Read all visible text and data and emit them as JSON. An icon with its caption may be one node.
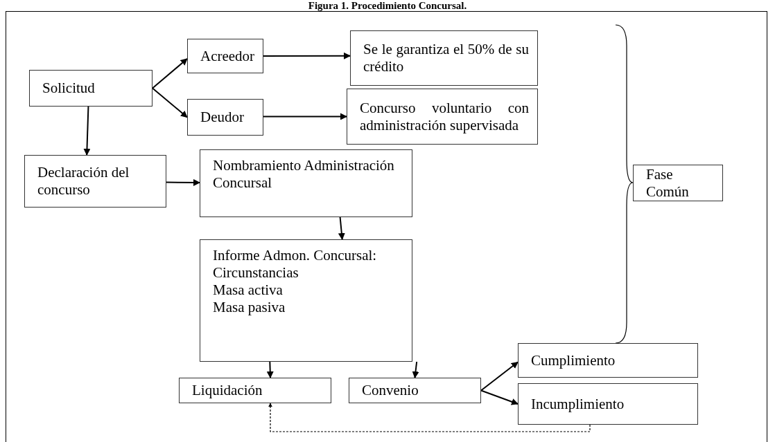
{
  "diagram": {
    "title": "Figura 1. Procedimiento Concursal.",
    "nodes": [
      {
        "text": [
          "Solicitud"
        ]
      },
      {
        "text": [
          "Acreedor"
        ]
      },
      {
        "text": [
          "Deudor"
        ]
      },
      {
        "text": [
          "Se le garantiza el 50% de su crédito"
        ]
      },
      {
        "text": [
          "Concurso voluntario con administración supervisada"
        ]
      },
      {
        "text": [
          "Declaración del concurso"
        ]
      },
      {
        "text": [
          "Nombramiento Administración Concursal"
        ]
      },
      {
        "text": [
          "Informe Admon. Concursal:",
          "Circunstancias",
          "Masa activa",
          "Masa pasiva"
        ]
      },
      {
        "text": [
          "Liquidación"
        ]
      },
      {
        "text": [
          "Convenio"
        ]
      },
      {
        "text": [
          "Cumplimiento"
        ]
      },
      {
        "text": [
          "Incumplimiento"
        ]
      },
      {
        "text": [
          "Fase Común"
        ]
      }
    ],
    "edges": [
      {
        "from": 0,
        "to": 1,
        "arrow": "to"
      },
      {
        "from": 0,
        "to": 2,
        "arrow": "to"
      },
      {
        "from": 1,
        "to": 3,
        "arrow": "to"
      },
      {
        "from": 2,
        "to": 4,
        "arrow": "to"
      },
      {
        "from": 0,
        "to": 5,
        "arrow": "to"
      },
      {
        "from": 5,
        "to": 6,
        "arrow": "to"
      },
      {
        "from": 6,
        "to": 7,
        "arrow": "to"
      },
      {
        "from": 7,
        "to": 8,
        "arrow": "to"
      },
      {
        "from": 7,
        "to": 9,
        "arrow": "to"
      },
      {
        "from": 9,
        "to": 10,
        "arrow": "to"
      },
      {
        "from": 9,
        "to": 11,
        "arrow": "to"
      },
      {
        "from": 11,
        "to": 8,
        "arrow": "to",
        "style": "dashed"
      }
    ]
  }
}
